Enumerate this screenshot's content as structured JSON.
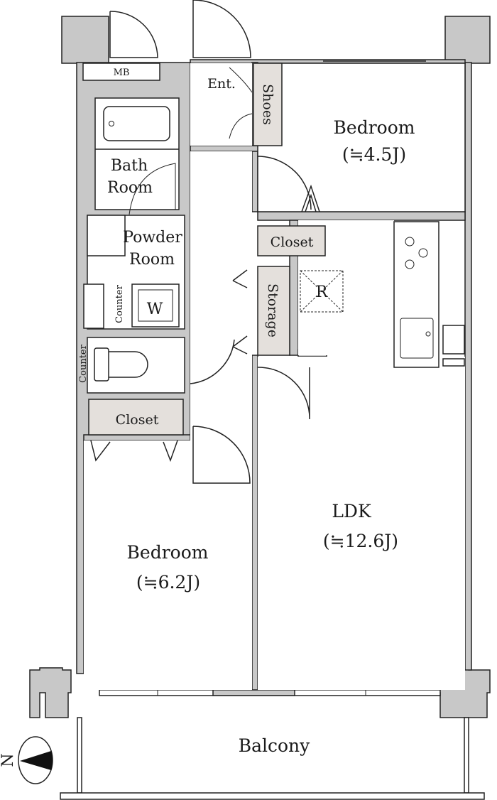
{
  "plan": {
    "rooms": {
      "mb": "MB",
      "entrance": "Ent.",
      "shoes": "Shoes",
      "bedroom_north": {
        "name": "Bedroom",
        "size": "(≒4.5J)"
      },
      "bath": {
        "line1": "Bath",
        "line2": "Room"
      },
      "powder": {
        "line1": "Powder",
        "line2": "Room"
      },
      "closet_upper": "Closet",
      "storage": "Storage",
      "refrigerator": "R",
      "counter_powder": "Counter",
      "washer": "W",
      "counter_toilet": "Counter",
      "closet_lower": "Closet",
      "ldk": {
        "name": "LDK",
        "size": "(≒12.6J)"
      },
      "bedroom_south": {
        "name": "Bedroom",
        "size": "(≒6.2J)"
      },
      "balcony": "Balcony"
    },
    "compass": {
      "label": "N"
    },
    "colors": {
      "wall": "#c8c8c8",
      "storage": "#e4e0dc",
      "line": "#222222"
    }
  }
}
